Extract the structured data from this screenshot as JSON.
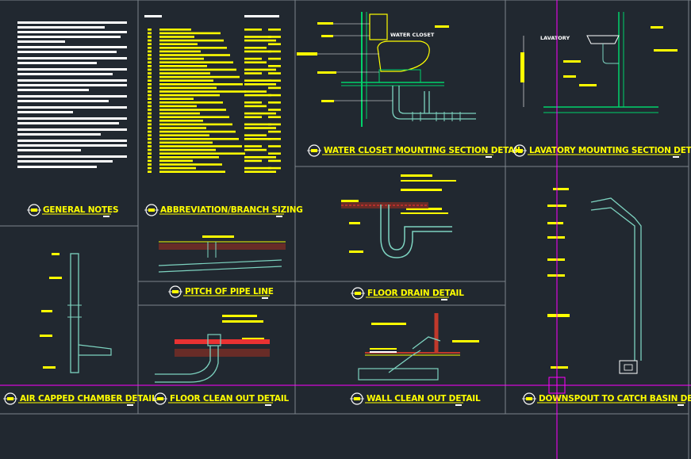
{
  "colors": {
    "background": "#212830",
    "grid": "#7d858c",
    "text_primary": "#ffff00",
    "text_secondary": "#ffffff",
    "pipe": "#7dd3c0",
    "wall": "#00d26a",
    "crosshair": "#ff00ff",
    "hatch": "#c0392b"
  },
  "titles": {
    "general_notes": "GENERAL NOTES",
    "abbreviation": "ABBREVIATION/BRANCH SIZING",
    "water_closet": "WATER CLOSET MOUNTING SECTION DETAIL",
    "lavatory": "LAVATORY MOUNTING SECTION DETAIL",
    "pitch_of_pipe": "PITCH OF PIPE LINE",
    "floor_drain": "FLOOR DRAIN DETAIL",
    "air_capped": "AIR CAPPED CHAMBER DETAIL",
    "floor_clean_out": "FLOOR CLEAN OUT DETAIL",
    "wall_clean_out": "WALL CLEAN OUT DETAIL",
    "downspout": "DOWNSPOUT TO CATCH BASIN DETAIL"
  },
  "labels": {
    "water_closet_tag": "WATER CLOSET",
    "lavatory_tag": "LAVATORY"
  }
}
